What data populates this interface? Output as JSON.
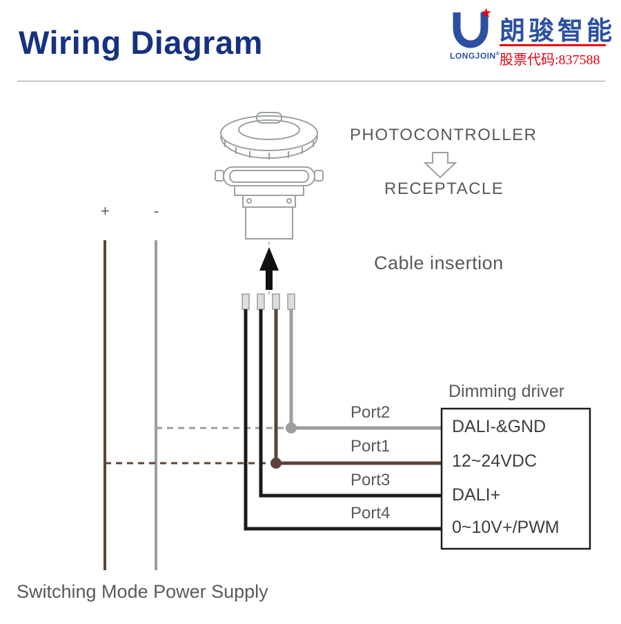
{
  "header": {
    "title": "Wiring Diagram",
    "logo": {
      "name": "LONGJOIN",
      "registered": "®",
      "star_icon": "★",
      "cn_name": "朗骏智能",
      "stock": "股票代码:837588"
    }
  },
  "diagram": {
    "photocontroller_label": "PHOTOCONTROLLER",
    "receptacle_label": "RECEPTACLE",
    "cable_insertion_label": "Cable insertion",
    "dimming_driver_label": "Dimming driver",
    "power_supply_label": "Switching Mode Power Supply",
    "plus_label": "+",
    "minus_label": "-",
    "ports": [
      {
        "label": "Port2",
        "terminal": "DALI-&GND",
        "wire_color": "#9c9ea0"
      },
      {
        "label": "Port1",
        "terminal": "12~24VDC",
        "wire_color": "#5b4338"
      },
      {
        "label": "Port3",
        "terminal": "DALI+",
        "wire_color": "#1b1b1b"
      },
      {
        "label": "Port4",
        "terminal": "0~10V+/PWM",
        "wire_color": "#1b1b1b"
      }
    ],
    "colors": {
      "title_blue": "#16327f",
      "brand_blue": "#2b50a1",
      "brand_red": "#e60012",
      "label_gray": "#58595b",
      "outline_gray": "#9aa0a3",
      "wire_black": "#1b1b1b",
      "wire_brown": "#5b4338",
      "wire_gray": "#9c9ea0"
    }
  }
}
